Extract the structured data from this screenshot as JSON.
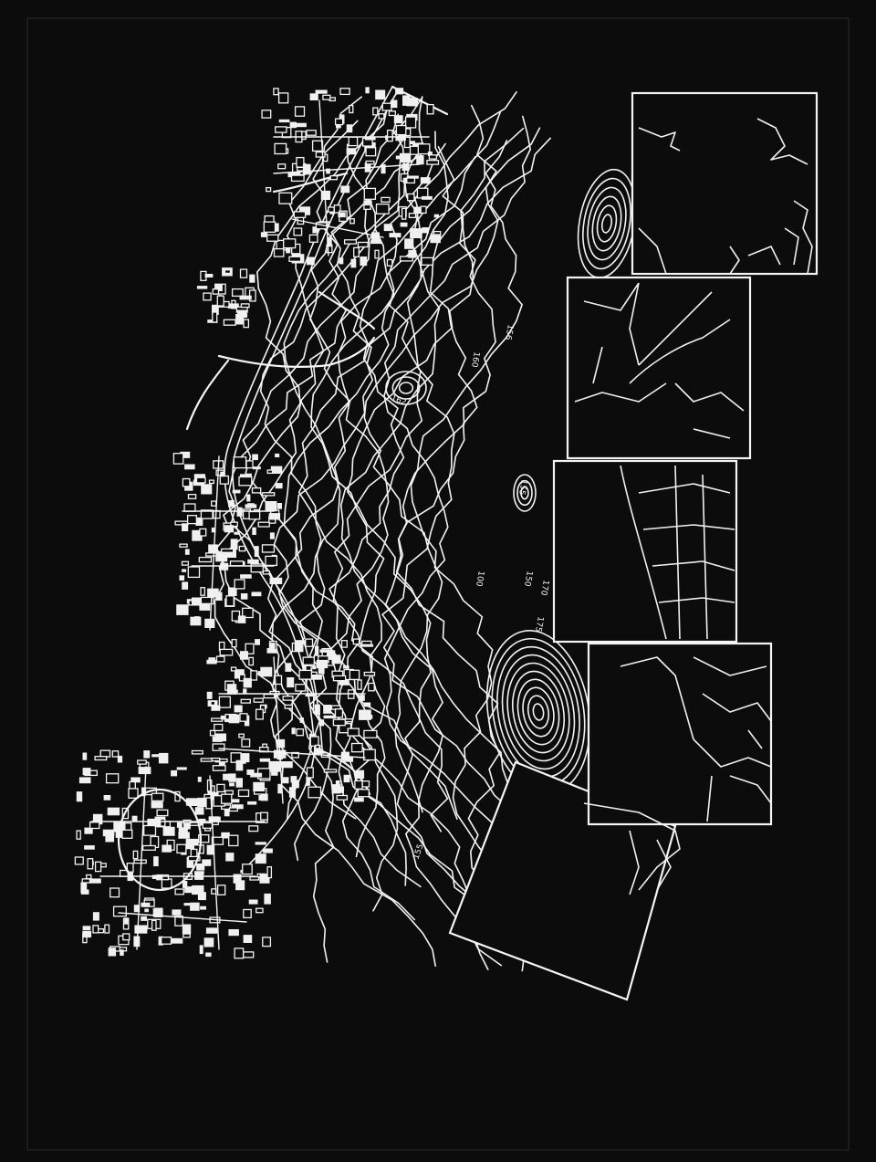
{
  "map": {
    "background_color": "#0c0c0c",
    "line_color": "#f2f2f2",
    "elevation_labels": [
      "162",
      "160",
      "156",
      "155",
      "100",
      "150",
      "170",
      "175",
      "155"
    ],
    "detail_panels": 5,
    "icons": [
      "urban-area",
      "contour-lines",
      "road-network",
      "field-parcel-insets"
    ]
  }
}
